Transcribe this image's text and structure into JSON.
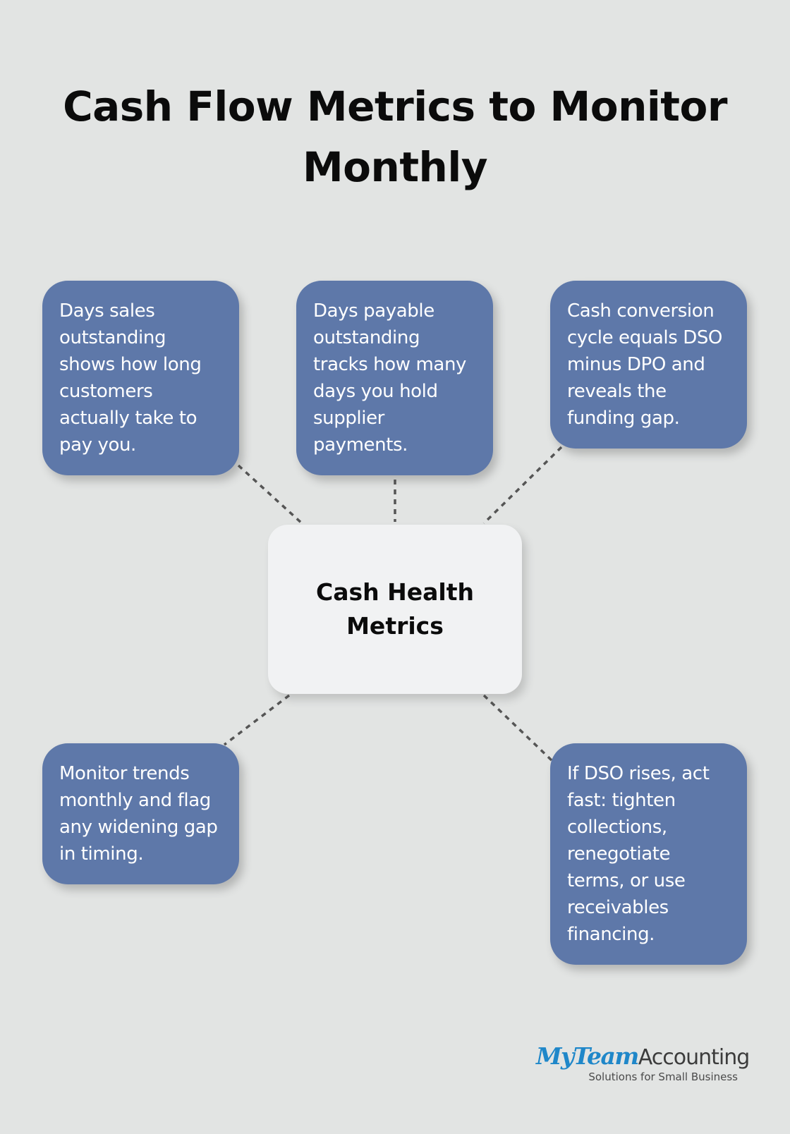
{
  "title": "Cash Flow Metrics to Monitor Monthly",
  "center": {
    "label": "Cash Health Metrics"
  },
  "cards": {
    "dso": "Days sales outstanding shows how long customers actually take to pay you.",
    "dpo": "Days payable outstanding tracks how many days you hold supplier payments.",
    "ccc": "Cash conversion cycle equals DSO minus DPO and reveals the funding gap.",
    "trends": "Monitor trends monthly and flag any widening gap in timing.",
    "action": "If DSO rises, act fast: tighten collections, renegotiate terms, or use receivables financing."
  },
  "logo": {
    "brand_part1": "MyTeam",
    "brand_part2": "Accounting",
    "tagline": "Solutions for Small Business"
  },
  "colors": {
    "background": "#e2e4e3",
    "card": "#5e78a9",
    "center_box": "#f1f2f3",
    "connector": "#555555",
    "logo_blue": "#1f87c9"
  }
}
